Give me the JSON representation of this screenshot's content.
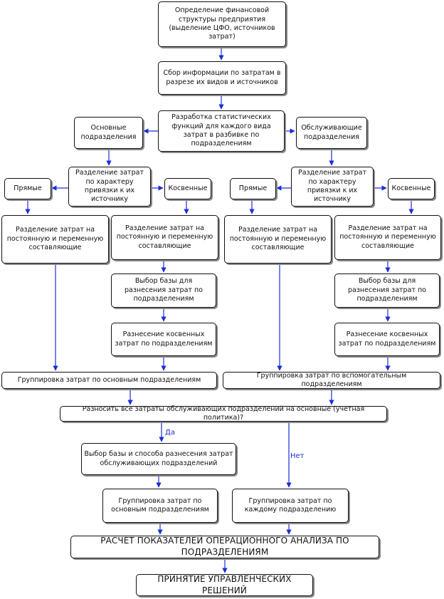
{
  "nodes": {
    "n1": "Определение финансовой структуры предприятия (выделение ЦФО, источников затрат)",
    "n2": "Сбор информации по затратам в разрезе их видов и источников",
    "n3": "Разработка статистических функций для каждого вида затрат в разбивке по подразделениям",
    "n4": "Основные подразделения",
    "n5": "Обслуживающие подразделения",
    "n6": "Разделение затрат по характеру привязки к их источнику",
    "n7": "Разделение затрат по характеру привязки к их источнику",
    "n8": "Прямые",
    "n9": "Косвенные",
    "n10": "Прямые",
    "n11": "Косвенные",
    "n12": "Разделение затрат на постоянную и переменную составляющие",
    "n13": "Разделение затрат на постоянную и переменную составляющие",
    "n14": "Разделение затрат на постоянную и переменную составляющие",
    "n15": "Разделение затрат на постоянную и переменную составляющие",
    "n16": "Выбор базы для разнесения затрат по подразделениям",
    "n17": "Выбор базы для разнесения затрат по подразделениям",
    "n18": "Разнесение косвенных затрат по подразделениям",
    "n19": "Разнесение косвенных затрат по подразделениям",
    "n20": "Группировка затрат по основным подразделениям",
    "n21": "Группировка затрат по вспомогательным подразделениям",
    "n22": "Разносить все затраты обслуживающих подразделений на основные (учетная политика)?",
    "n23": "Выбор базы и способа разнесения затрат обслуживающих подразделений",
    "n24": "Группировка затрат по основным подразделениям",
    "n25": "Группировка затрат по каждому подразделению",
    "n26": "РАСЧЕТ ПОКАЗАТЕЛЕЙ ОПЕРАЦИОННОГО АНАЛИЗА ПО ПОДРАЗДЕЛЕНИЯМ",
    "n27": "ПРИНЯТИЕ УПРАВЛЕНЧЕСКИХ РЕШЕНИЙ"
  },
  "labels": {
    "yes": "Да",
    "no": "Нет"
  },
  "colors": {
    "arrow": "#1a2fd6",
    "border": "#111111",
    "shadow": "#888888"
  }
}
